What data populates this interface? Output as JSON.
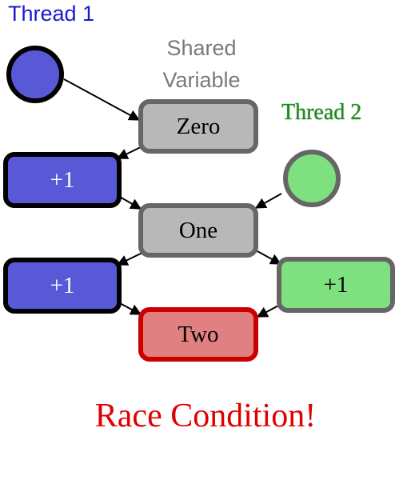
{
  "labels": {
    "thread1": "Thread 1",
    "thread2": "Thread 2",
    "shared_line1": "Shared",
    "shared_line2": "Variable",
    "race": "Race Condition!"
  },
  "nodes": {
    "zero": "Zero",
    "one": "One",
    "two": "Two",
    "t1_inc1": "+1",
    "t1_inc2": "+1",
    "t2_inc": "+1"
  },
  "colors": {
    "thread1_text": "#1a1acc",
    "thread2_text": "#1a8c1a",
    "shared_text": "#7a7a7a",
    "race_text": "#e00000",
    "arrow": "#000000"
  }
}
